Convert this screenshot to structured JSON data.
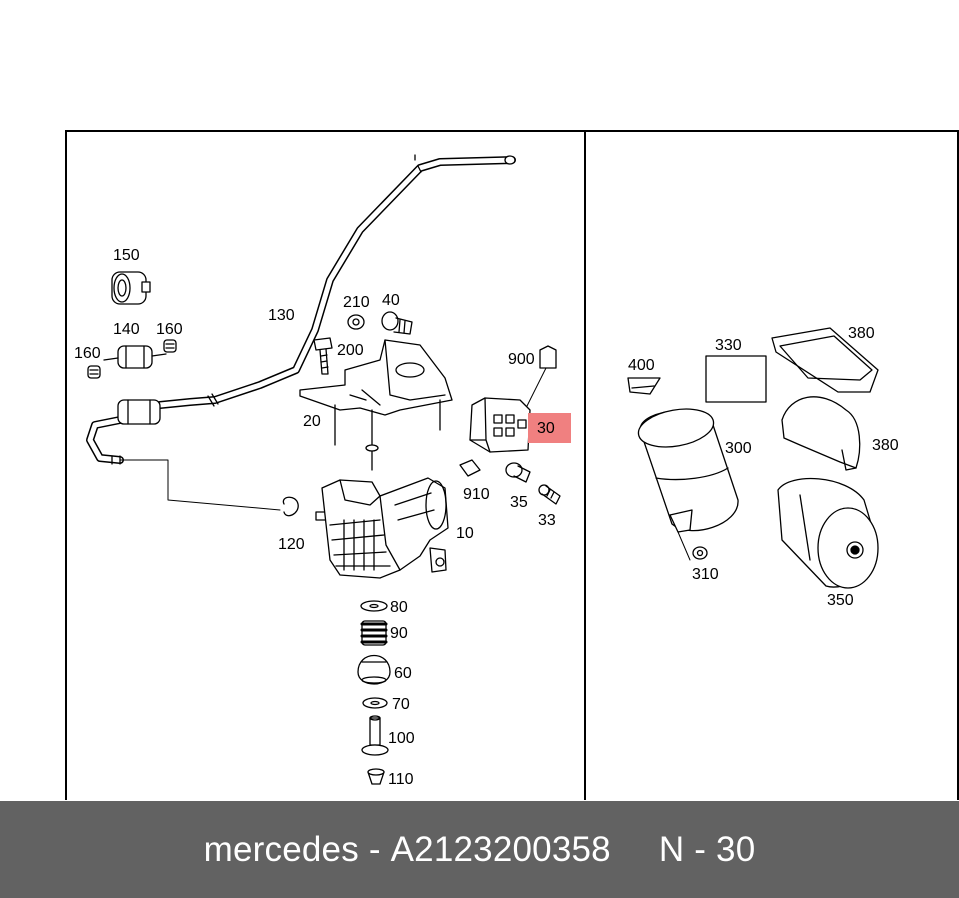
{
  "diagram": {
    "callouts": {
      "c150": "150",
      "c140": "140",
      "c160a": "160",
      "c160b": "160",
      "c130": "130",
      "c210": "210",
      "c40": "40",
      "c200": "200",
      "c20": "20",
      "c900": "900",
      "c30": "30",
      "c910": "910",
      "c35": "35",
      "c33": "33",
      "c120": "120",
      "c10": "10",
      "c80": "80",
      "c90": "90",
      "c60": "60",
      "c70": "70",
      "c100": "100",
      "c110": "110",
      "c400": "400",
      "c330": "330",
      "c380a": "380",
      "c300": "300",
      "c380b": "380",
      "c310": "310",
      "c350": "350"
    },
    "highlight_color": "#f08080"
  },
  "footer": {
    "brand": "mercedes",
    "separator": "-",
    "part_number": "A2123200358",
    "position_label": "N - 30",
    "background_color": "#626262"
  }
}
